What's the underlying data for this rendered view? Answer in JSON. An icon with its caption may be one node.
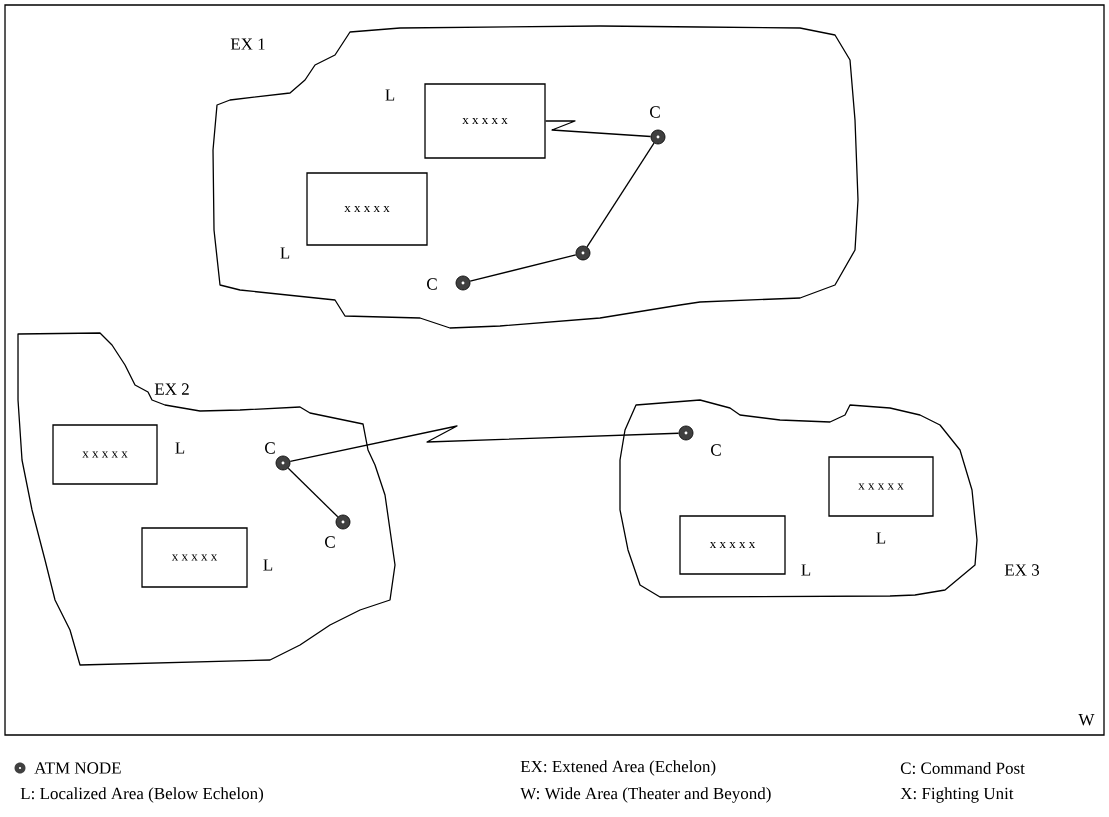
{
  "diagram": {
    "nodes": [
      {
        "text": [
          "W"
        ]
      },
      {
        "text": [
          "EX 1"
        ],
        "in": 0
      },
      {
        "text": [
          "x x x x x"
        ],
        "in": 1,
        "beside": [
          "L"
        ]
      },
      {
        "text": [
          "x x x x x"
        ],
        "in": 1,
        "beside": [
          "L"
        ]
      },
      {
        "text": [],
        "shape": "circle",
        "in": 1,
        "beside": [
          "C"
        ]
      },
      {
        "text": [],
        "shape": "circle",
        "in": 1
      },
      {
        "text": [],
        "shape": "circle",
        "in": 1,
        "beside": [
          "C"
        ]
      },
      {
        "text": [
          "EX 2"
        ],
        "in": 0
      },
      {
        "text": [
          "x x x x x"
        ],
        "in": 7,
        "beside": [
          "L"
        ]
      },
      {
        "text": [
          "x x x x x"
        ],
        "in": 7,
        "beside": [
          "L"
        ]
      },
      {
        "text": [],
        "shape": "circle",
        "in": 7,
        "beside": [
          "C"
        ]
      },
      {
        "text": [],
        "shape": "circle",
        "in": 7,
        "beside": [
          "C"
        ]
      },
      {
        "text": [
          "EX 3"
        ],
        "in": 0
      },
      {
        "text": [],
        "shape": "circle",
        "in": 12,
        "beside": [
          "C"
        ]
      },
      {
        "text": [
          "x x x x x"
        ],
        "in": 12,
        "beside": [
          "L"
        ]
      },
      {
        "text": [
          "x x x x x"
        ],
        "in": 12,
        "beside": [
          "L"
        ]
      }
    ],
    "edges": [
      {
        "from": 2,
        "to": 4,
        "arrow": "none"
      },
      {
        "from": 4,
        "to": 5,
        "arrow": "none"
      },
      {
        "from": 5,
        "to": 6,
        "arrow": "none"
      },
      {
        "from": 10,
        "to": 11,
        "arrow": "none"
      },
      {
        "from": 10,
        "to": 13,
        "arrow": "none"
      }
    ],
    "labels": [
      "EX:  Extened Area (Echelon)",
      "C: Command Post",
      "L:  Localized Area (Below Echelon)",
      "W:  Wide Area (Theater and Beyond)",
      "X: Fighting Unit"
    ],
    "legend": [
      {
        "text": "ATM NODE"
      }
    ]
  }
}
